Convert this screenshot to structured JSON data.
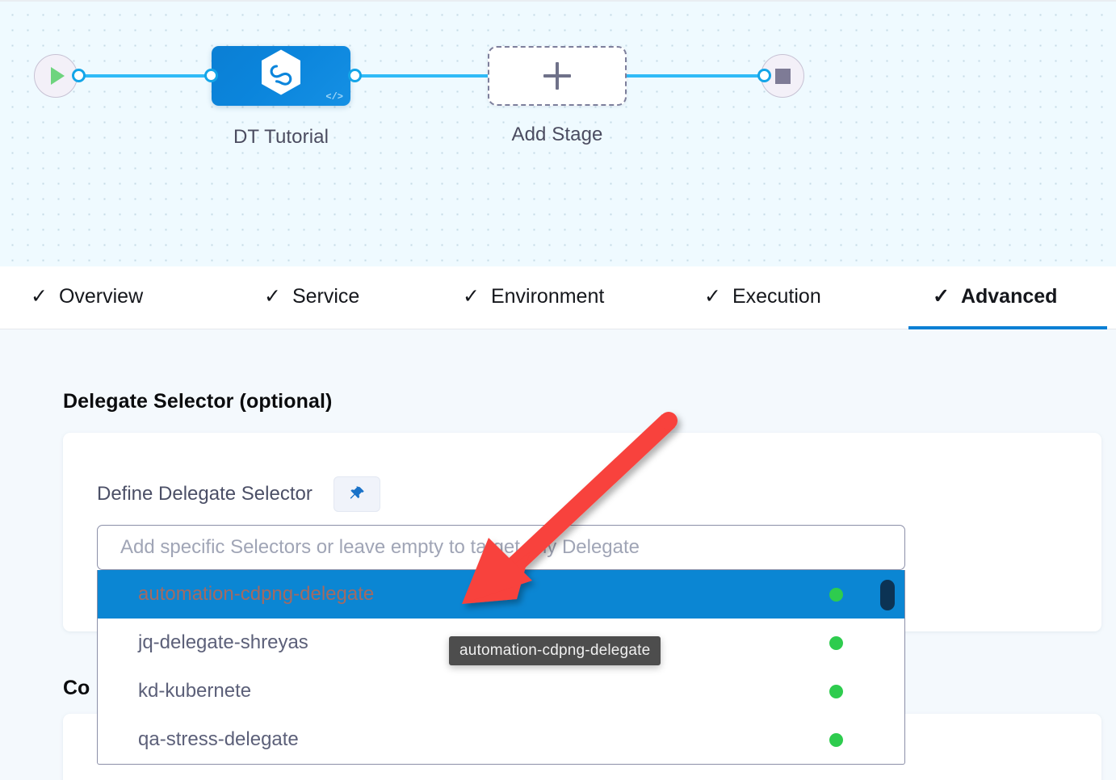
{
  "pipeline": {
    "start_node": {
      "icon": "play-icon",
      "label": ""
    },
    "stage_node": {
      "label": "DT Tutorial",
      "icon": "harness-hexagon-icon",
      "badge": "</>"
    },
    "add_stage": {
      "label": "Add Stage",
      "icon": "plus-icon"
    },
    "end_node": {
      "icon": "stop-square-icon"
    }
  },
  "tabs": [
    {
      "label": "Overview",
      "check": "✓",
      "active": false
    },
    {
      "label": "Service",
      "check": "✓",
      "active": false
    },
    {
      "label": "Environment",
      "check": "✓",
      "active": false
    },
    {
      "label": "Execution",
      "check": "✓",
      "active": false
    },
    {
      "label": "Advanced",
      "check": "✓",
      "active": true
    }
  ],
  "advanced": {
    "delegate_section_title": "Delegate Selector (optional)",
    "define_label": "Define Delegate Selector",
    "pin_icon": "pin-icon",
    "second_section_title": "Co",
    "selector": {
      "placeholder": "Add specific Selectors or leave empty to target any Delegate",
      "value": "",
      "options": [
        {
          "name": "automation-cdpng-delegate",
          "status": "connected",
          "selected": true
        },
        {
          "name": "jq-delegate-shreyas",
          "status": "connected",
          "selected": false
        },
        {
          "name": "kd-kubernete",
          "status": "connected",
          "selected": false
        },
        {
          "name": "qa-stress-delegate",
          "status": "connected",
          "selected": false
        }
      ]
    },
    "tooltip": "automation-cdpng-delegate"
  },
  "annotation": {
    "type": "red-arrow",
    "color": "#f8423c"
  },
  "colors": {
    "accent_blue": "#0b7fd4",
    "link_blue": "#30bbf7",
    "selected_row": "#0b86d3",
    "status_green": "#2ecc4e",
    "canvas_bg": "#effaff",
    "content_bg": "#f4f9fd",
    "tooltip_bg": "#4d4d4d",
    "arrow_red": "#f8423c"
  }
}
